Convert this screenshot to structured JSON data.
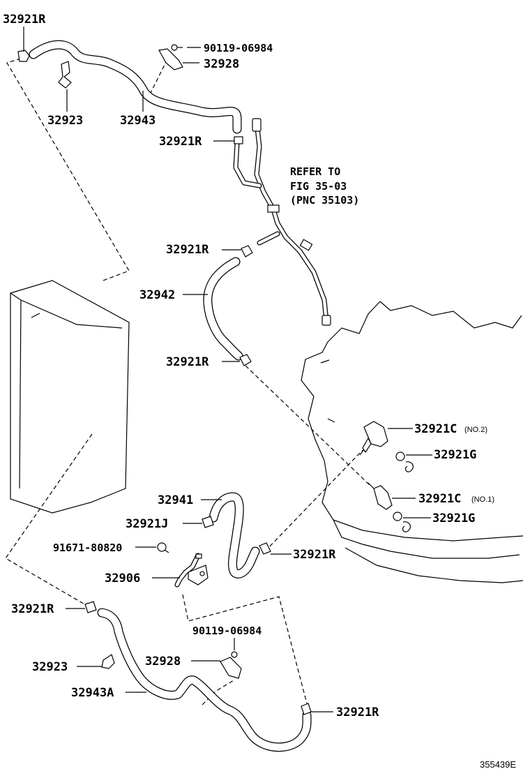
{
  "diagram": {
    "labels": {
      "p32921r_top": "32921R",
      "p90119_top": "90119-06984",
      "p32928_top": "32928",
      "p32923_top": "32923",
      "p32943": "32943",
      "p32921r_b": "32921R",
      "p32921r_c": "32921R",
      "p32942": "32942",
      "p32921r_d": "32921R",
      "p32921c_no2": "32921C",
      "p32921c_no2_suffix": "(NO.2)",
      "p32921g_a": "32921G",
      "p32921c_no1": "32921C",
      "p32921c_no1_suffix": "(NO.1)",
      "p32921g_b": "32921G",
      "p32941": "32941",
      "p32921j": "32921J",
      "p91671": "91671-80820",
      "p32921r_e": "32921R",
      "p32906": "32906",
      "p32921r_f": "32921R",
      "p90119_bottom": "90119-06984",
      "p32923_bottom": "32923",
      "p32928_bottom": "32928",
      "p32943a": "32943A",
      "p32921r_g": "32921R"
    },
    "reference_note": {
      "line1": "REFER TO",
      "line2": "FIG 35-03",
      "line3": "(PNC 35103)"
    },
    "diagram_code": "355439E"
  }
}
